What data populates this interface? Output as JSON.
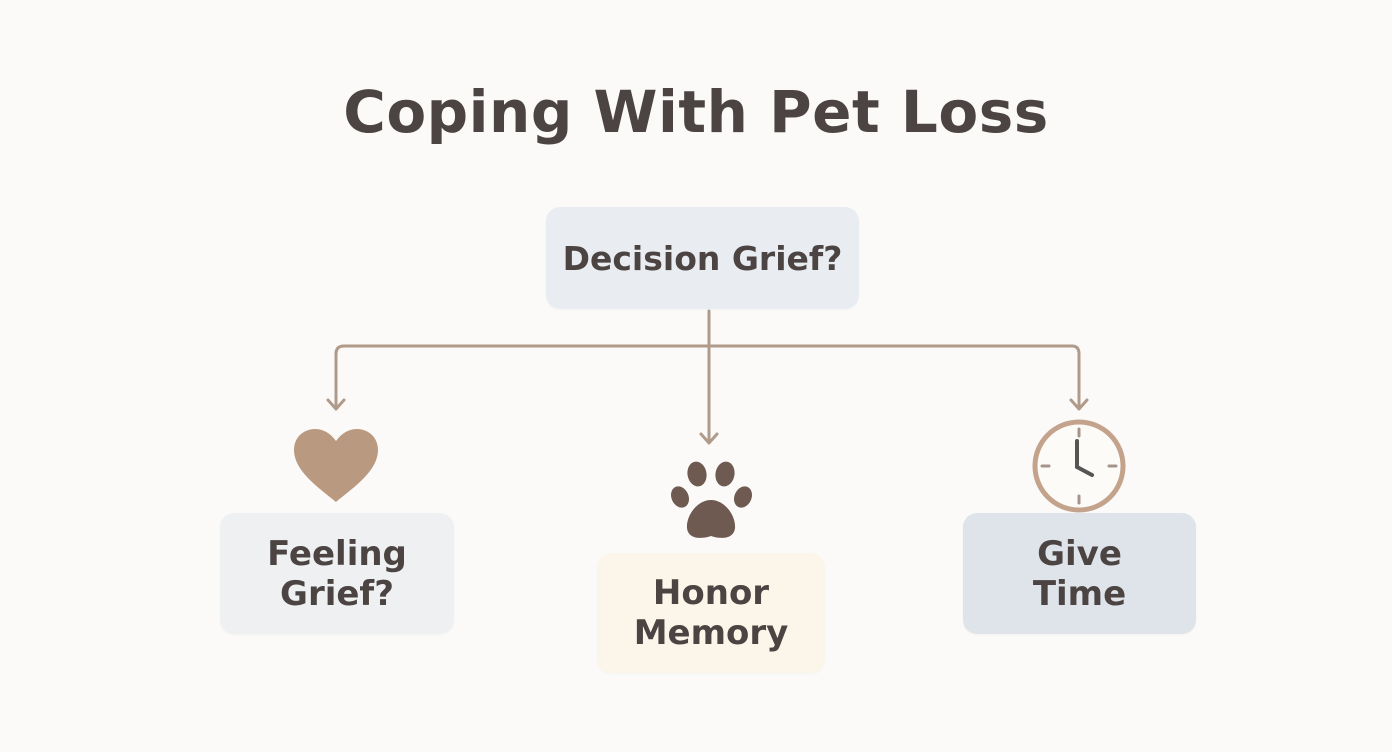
{
  "title": "Coping With Pet Loss",
  "root_node": {
    "label": "Decision Grief?"
  },
  "branches": [
    {
      "label": "Feeling\nGrief?",
      "icon": "heart-icon"
    },
    {
      "label": "Honor\nMemory",
      "icon": "paw-icon"
    },
    {
      "label": "Give\nTime",
      "icon": "clock-icon"
    }
  ],
  "colors": {
    "connector": "#b09a8a",
    "heart": "#b99a80",
    "paw": "#6f5a52",
    "clock_rim": "#c4a38c",
    "text": "#4b4442"
  }
}
